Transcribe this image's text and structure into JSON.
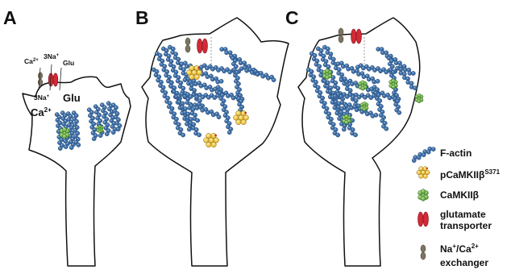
{
  "panels": [
    {
      "letter": "A"
    },
    {
      "letter": "B"
    },
    {
      "letter": "C"
    }
  ],
  "panel_a_labels": {
    "ca_top": "Ca",
    "ca_top_sup": "2+",
    "na_top": "3Na",
    "na_top_sup": "+",
    "glu_top": "Glu",
    "na_bottom": "3Na",
    "na_bottom_sup": "+",
    "glu_main": "Glu",
    "ca_main": "Ca",
    "ca_main_sup": "2+"
  },
  "legend": [
    {
      "icon": "f-actin-icon",
      "line1": "F-actin",
      "line2": ""
    },
    {
      "icon": "pcamkii-icon",
      "line1": "pCaMKIIβ",
      "sup": "S371",
      "line2": ""
    },
    {
      "icon": "camkii-icon",
      "line1": "CaMKIIβ",
      "line2": ""
    },
    {
      "icon": "glutamate-transporter-icon",
      "line1": "glutamate",
      "line2": "transporter"
    },
    {
      "icon": "na-ca-exchanger-icon",
      "line1": "Na",
      "sup1": "+",
      "mid": "/Ca",
      "sup2": "2+",
      "line2": "exchanger"
    }
  ],
  "colors": {
    "actin": "#3f6fa8",
    "actin_light": "#8fb6da",
    "pcamkii": "#f2c12e",
    "camkii": "#5fae3e",
    "transporter": "#d22a36",
    "exchanger": "#7d7461"
  }
}
